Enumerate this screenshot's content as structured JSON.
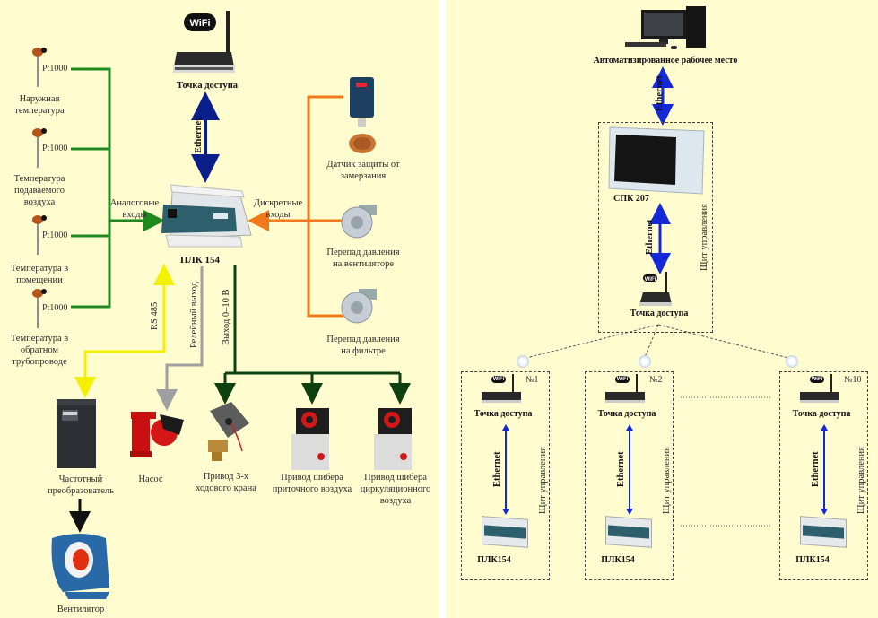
{
  "left_scheme": {
    "access_point": {
      "label": "Точка доступа",
      "badge": "WiFi"
    },
    "ethernet_label": "Ethernet",
    "plc": {
      "label": "ПЛК 154"
    },
    "analog_inputs_label": [
      "Аналоговые",
      "входы"
    ],
    "discrete_inputs_label": [
      "Дискретные",
      "входы"
    ],
    "temperature_sensors": [
      {
        "type": "Pt1000",
        "label": [
          "Наружная",
          "температура"
        ]
      },
      {
        "type": "Pt1000",
        "label": [
          "Температура",
          "подаваемого",
          "воздуха"
        ]
      },
      {
        "type": "Pt1000",
        "label": [
          "Температура в",
          "помещении"
        ]
      },
      {
        "type": "Pt1000",
        "label": [
          "Температура в",
          "обратном",
          "трубопроводе"
        ]
      }
    ],
    "discrete_sensors": [
      {
        "label": [
          "Датчик защиты от",
          "замерзания"
        ]
      },
      {
        "label": [
          "Перепад давления",
          "на вентиляторе"
        ]
      },
      {
        "label": [
          "Перепад давления",
          "на фильтре"
        ]
      }
    ],
    "output_lines": {
      "rs485": "RS 485",
      "relay": "Релейный выход",
      "analog": "Выход 0–10 В"
    },
    "actuators": [
      {
        "label": [
          "Частотный",
          "преобразователь"
        ]
      },
      {
        "label": [
          "Насос"
        ]
      },
      {
        "label": [
          "Привод 3-х",
          "ходового крана"
        ]
      },
      {
        "label": [
          "Привод шибера",
          "приточного воздуха"
        ]
      },
      {
        "label": [
          "Привод шибера",
          "циркуляционного",
          "воздуха"
        ]
      }
    ],
    "fan": {
      "label": "Вентилятор"
    },
    "colors": {
      "analog": "#1e8a1e",
      "discrete": "#f07a1a",
      "ethernet": "#0a1f8a",
      "rs485": "#f5f000",
      "relay": "#a0a0a0",
      "output_0_10": "#0f4010",
      "fan_link": "#111111"
    }
  },
  "right_scheme": {
    "workstation": {
      "label": "Автоматизированное рабочее место"
    },
    "ethernet_label": "Ethernet",
    "hmi": {
      "label": "СПК 207"
    },
    "central_cabinet": {
      "label": "Щит управления",
      "access_point": "Точка доступа"
    },
    "remote_cabinets": [
      {
        "number": "№1",
        "access_point": "Точка доступа",
        "plc": "ПЛК154",
        "cabinet": "Щит управления",
        "ethernet": "Ethernet"
      },
      {
        "number": "№2",
        "access_point": "Точка доступа",
        "plc": "ПЛК154",
        "cabinet": "Щит управления",
        "ethernet": "Ethernet"
      },
      {
        "number": "№10",
        "access_point": "Точка доступа",
        "plc": "ПЛК154",
        "cabinet": "Щит управления",
        "ethernet": "Ethernet"
      }
    ],
    "colors": {
      "ethernet": "#1428d8"
    }
  }
}
